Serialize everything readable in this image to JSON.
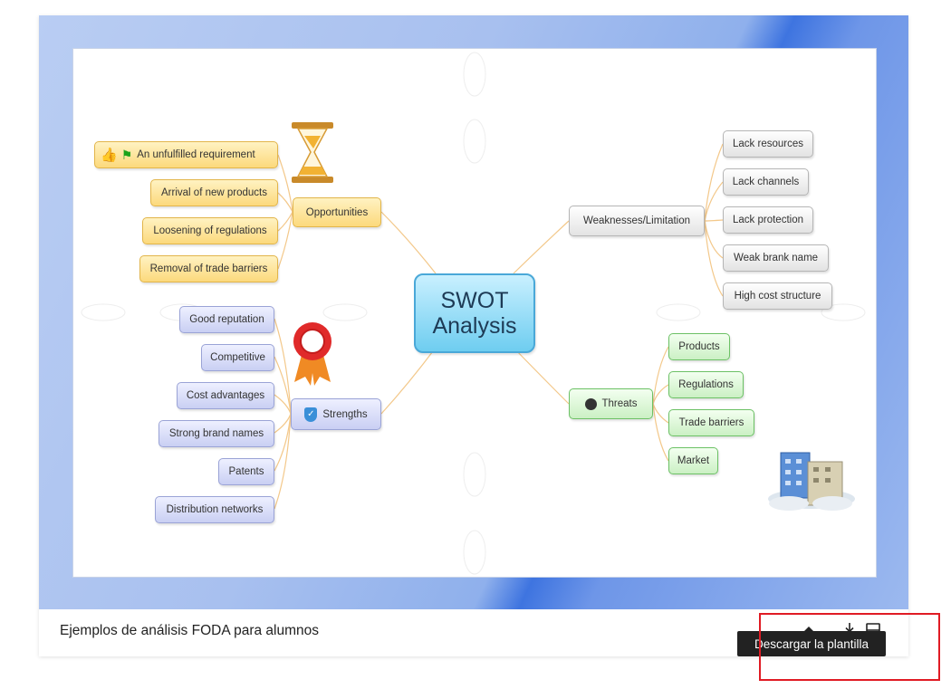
{
  "card": {
    "title": "Ejemplos de análisis FODA para alumnos",
    "tooltip": "Descargar la plantilla",
    "actions": [
      {
        "name": "download-icon",
        "label": "Descargar la plantilla"
      },
      {
        "name": "presentation-icon",
        "label": ""
      }
    ]
  },
  "diagram": {
    "center": "SWOT Analysis",
    "branches": {
      "opportunities": {
        "label": "Opportunities",
        "items": [
          "An unfulfilled requirement",
          "Arrival of new products",
          "Loosening of regulations",
          "Removal of trade barriers"
        ]
      },
      "strengths": {
        "label": "Strengths",
        "items": [
          "Good reputation",
          "Competitive",
          "Cost advantages",
          "Strong brand names",
          "Patents",
          "Distribution networks"
        ]
      },
      "weaknesses": {
        "label": "Weaknesses/Limitation",
        "items": [
          "Lack resources",
          "Lack channels",
          "Lack protection",
          "Weak brank name",
          "High cost structure"
        ]
      },
      "threats": {
        "label": "Threats",
        "items": [
          "Products",
          "Regulations",
          "Trade barriers",
          "Market"
        ]
      }
    }
  },
  "colors": {
    "highlight": "#e01b24",
    "opportunities": "#fcd97c",
    "strengths": "#c9cff3",
    "weaknesses": "#e3e3e3",
    "threats": "#cbf0c4",
    "center": "#6ecdf0"
  }
}
